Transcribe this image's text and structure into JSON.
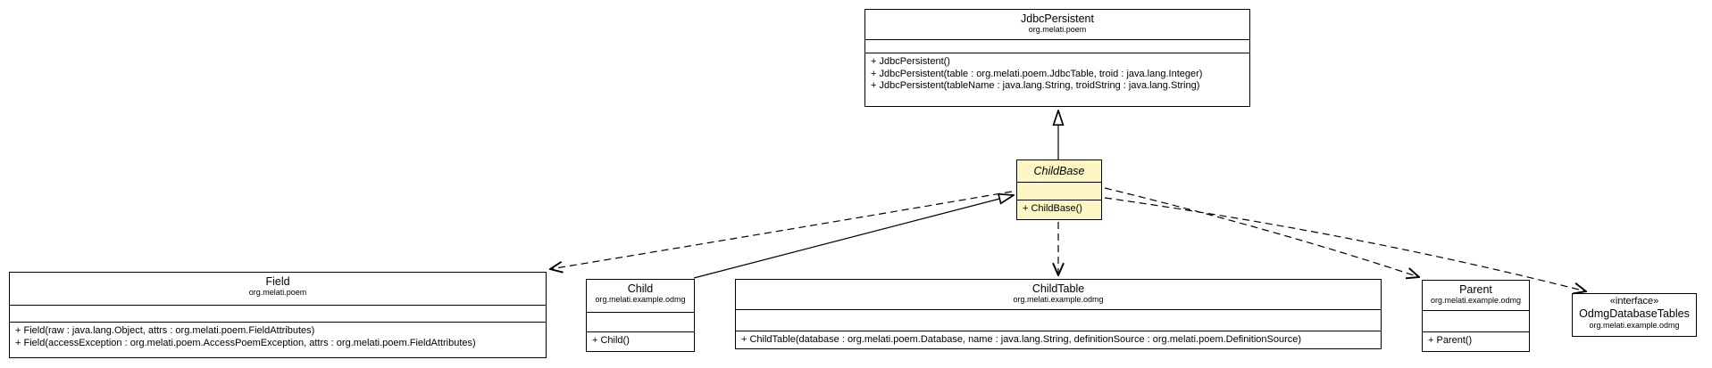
{
  "diagram_type": "uml-class-diagram",
  "colors": {
    "class_fill": "#ffffff",
    "abstract_class_fill": "#FBF6C3",
    "border": "#000000",
    "background": "#ffffff",
    "text": "#000000"
  },
  "classes": {
    "jdbc_persistent": {
      "title": "JdbcPersistent",
      "package": "org.melati.poem",
      "methods": [
        "+ JdbcPersistent()",
        "+ JdbcPersistent(table : org.melati.poem.JdbcTable, troid : java.lang.Integer)",
        "+ JdbcPersistent(tableName : java.lang.String, troidString : java.lang.String)"
      ]
    },
    "child_base": {
      "title": "ChildBase",
      "abstract": true,
      "methods": [
        "+ ChildBase()"
      ]
    },
    "field": {
      "title": "Field",
      "package": "org.melati.poem",
      "methods": [
        "+ Field(raw : java.lang.Object, attrs : org.melati.poem.FieldAttributes)",
        "+ Field(accessException : org.melati.poem.AccessPoemException, attrs : org.melati.poem.FieldAttributes)"
      ]
    },
    "child": {
      "title": "Child",
      "package": "org.melati.example.odmg",
      "methods": [
        "+ Child()"
      ]
    },
    "child_table": {
      "title": "ChildTable",
      "package": "org.melati.example.odmg",
      "methods": [
        "+ ChildTable(database : org.melati.poem.Database, name : java.lang.String, definitionSource : org.melati.poem.DefinitionSource)"
      ]
    },
    "parent": {
      "title": "Parent",
      "package": "org.melati.example.odmg",
      "methods": [
        "+ Parent()"
      ]
    },
    "odmg_database_tables": {
      "stereotype": "«interface»",
      "title": "OdmgDatabaseTables",
      "package": "org.melati.example.odmg"
    }
  },
  "relations": [
    {
      "from": "ChildBase",
      "to": "JdbcPersistent",
      "type": "generalization",
      "line": "solid",
      "arrowhead": "hollow-triangle"
    },
    {
      "from": "Child",
      "to": "ChildBase",
      "type": "generalization",
      "line": "solid",
      "arrowhead": "hollow-triangle"
    },
    {
      "from": "ChildBase",
      "to": "Field",
      "type": "dependency",
      "line": "dashed",
      "arrowhead": "open"
    },
    {
      "from": "ChildBase",
      "to": "ChildTable",
      "type": "dependency",
      "line": "dashed",
      "arrowhead": "open"
    },
    {
      "from": "ChildBase",
      "to": "Parent",
      "type": "dependency",
      "line": "dashed",
      "arrowhead": "open"
    },
    {
      "from": "ChildBase",
      "to": "OdmgDatabaseTables",
      "type": "dependency",
      "line": "dashed",
      "arrowhead": "open"
    }
  ]
}
